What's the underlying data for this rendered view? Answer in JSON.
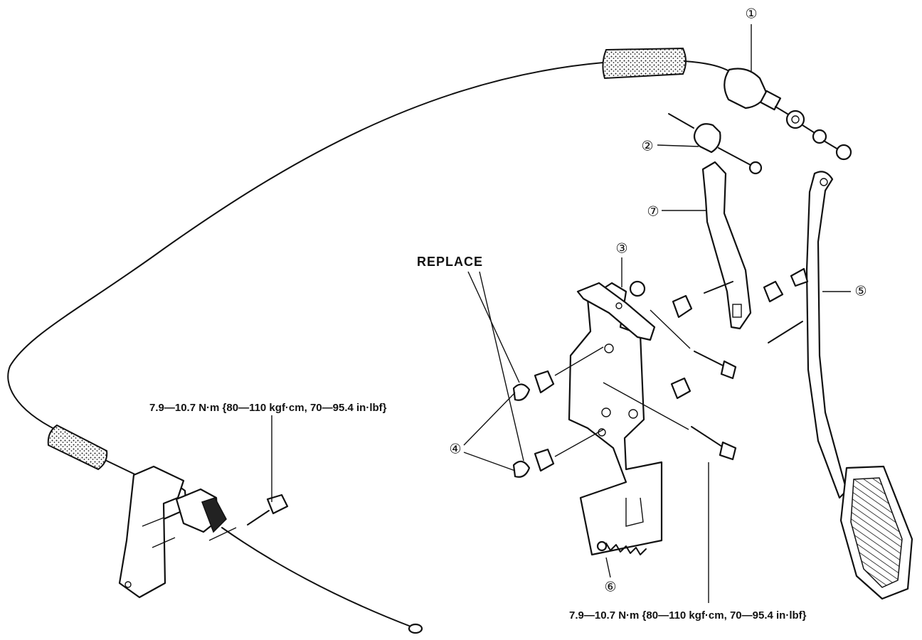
{
  "torque_spec_upper": "7.9—10.7 N·m {80—110 kgf·cm, 70—95.4 in·lbf}",
  "torque_spec_lower": "7.9—10.7 N·m {80—110 kgf·cm, 70—95.4 in·lbf}",
  "replace_label": "REPLACE",
  "callouts": {
    "c1": "①",
    "c2": "②",
    "c3": "③",
    "c4": "④",
    "c5": "⑤",
    "c6": "⑥",
    "c7": "⑦"
  }
}
